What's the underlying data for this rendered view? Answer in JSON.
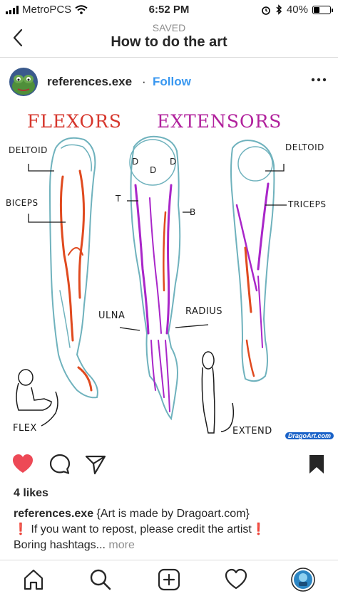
{
  "status_bar": {
    "carrier": "MetroPCS",
    "time": "6:52 PM",
    "battery": "40%",
    "battery_level": 0.4
  },
  "nav": {
    "subtitle": "SAVED",
    "title": "How to do the art"
  },
  "post": {
    "username": "references.exe",
    "separator": "·",
    "follow_label": "Follow"
  },
  "art": {
    "flexors_title": "FLEXORS",
    "extensors_title": "EXTENSORS",
    "labels": {
      "deltoid_left": "DELTOID",
      "biceps": "BICEPS",
      "t": "T",
      "b": "B",
      "d1": "D",
      "d2": "D",
      "d3": "D",
      "deltoid_right": "DELTOID",
      "triceps": "TRICEPS",
      "ulna": "ULNA",
      "radius": "RADIUS",
      "flex": "FLEX",
      "extend": "EXTEND",
      "watermark": "DragoArt.com"
    },
    "colors": {
      "flexor": "#e04a1f",
      "extensor": "#a926c9",
      "outline": "#6fb2bd"
    }
  },
  "engagement": {
    "likes": "4 likes",
    "liked": true
  },
  "caption": {
    "username": "references.exe",
    "text1": "{Art is made by Dragoart.com}",
    "bang": "❗",
    "text2": " If you want to repost, please credit the artist",
    "text3": "Boring hashtags...",
    "more": "more"
  },
  "icons": {
    "back": "chevron-left-icon",
    "more": "more-horizontal-icon",
    "like": "heart-icon",
    "comment": "comment-icon",
    "share": "paper-plane-icon",
    "save": "bookmark-icon",
    "home": "home-icon",
    "search": "search-icon",
    "add": "add-post-icon",
    "activity": "heart-outline-icon",
    "profile": "profile-avatar-icon"
  }
}
